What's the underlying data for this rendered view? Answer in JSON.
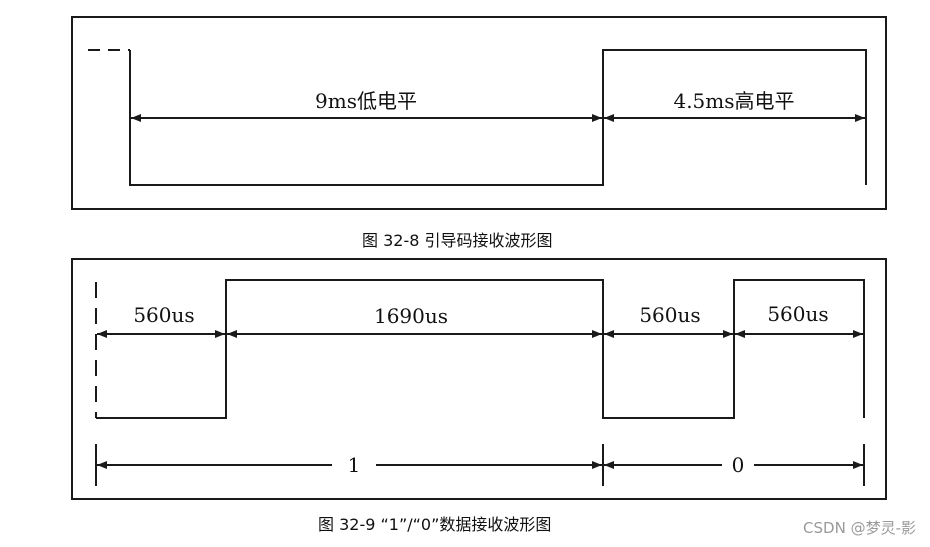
{
  "figure1": {
    "low_label": "9ms低电平",
    "high_label": "4.5ms高电平",
    "caption": "图 32-8  引导码接收波形图"
  },
  "figure2": {
    "labels": [
      "560us",
      "1690us",
      "560us",
      "560us"
    ],
    "bit_one": "1",
    "bit_zero": "0",
    "caption": "图 32-9  “1”/“0”数据接收波形图"
  },
  "watermark": "CSDN @梦灵-影",
  "colors": {
    "line": "#1a1a1a",
    "watermark": "#9a9a9a"
  }
}
